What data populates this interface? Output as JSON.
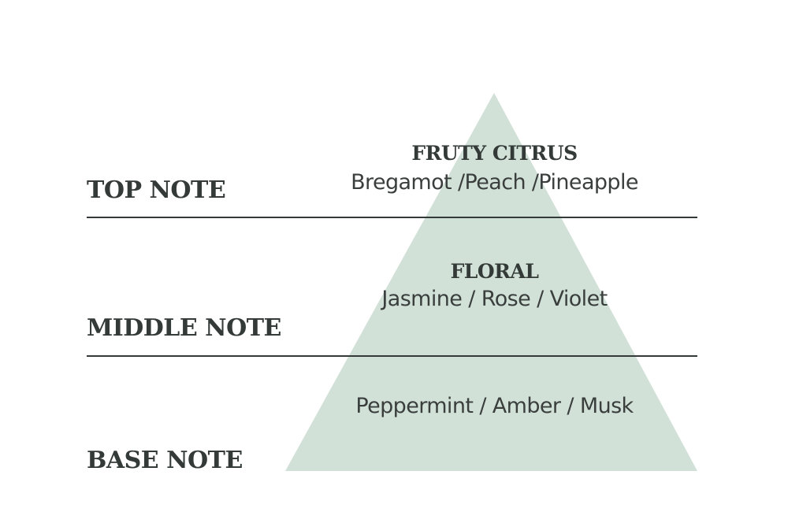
{
  "colors": {
    "pyramid_fill": "#d2e1d8",
    "line": "#333a38",
    "text": "#333a38"
  },
  "side_labels": {
    "top": "TOP NOTE",
    "middle": "MIDDLE NOTE",
    "base": "BASE NOTE"
  },
  "tiers": {
    "top": {
      "title": "FRUTY CITRUS",
      "notes": "Bregamot /Peach /Pineapple"
    },
    "middle": {
      "title": "FLORAL",
      "notes": "Jasmine / Rose /  Violet"
    },
    "base": {
      "notes": "Peppermint / Amber / Musk"
    }
  }
}
